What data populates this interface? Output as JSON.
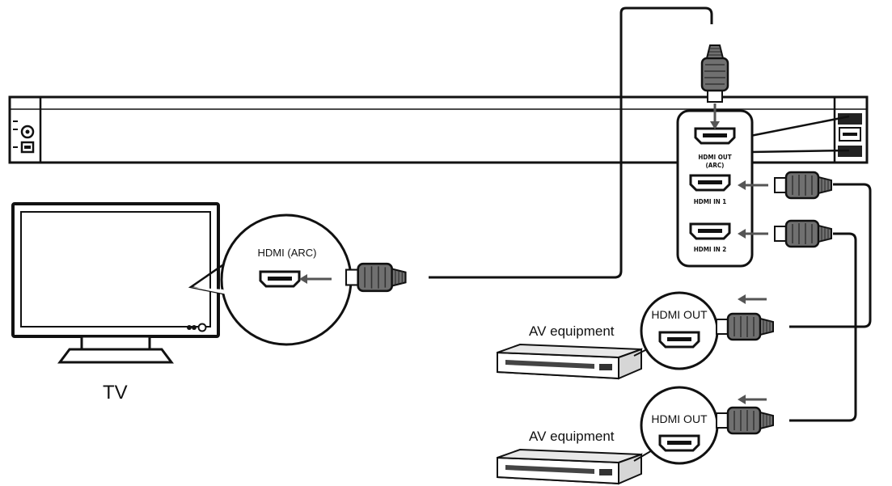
{
  "labels": {
    "tv": "TV",
    "tv_port": "HDMI (ARC)",
    "av_equipment_1": "AV equipment",
    "av_equipment_2": "AV equipment",
    "av_out_1": "HDMI OUT",
    "av_out_2": "HDMI OUT",
    "sb_port_out_line1": "HDMI OUT",
    "sb_port_out_line2": "(ARC)",
    "sb_port_in1": "HDMI IN 1",
    "sb_port_in2": "HDMI IN 2"
  },
  "colors": {
    "line": "#1a1a1a",
    "plug_fill": "#6e6e6e",
    "arrow": "#555555"
  }
}
